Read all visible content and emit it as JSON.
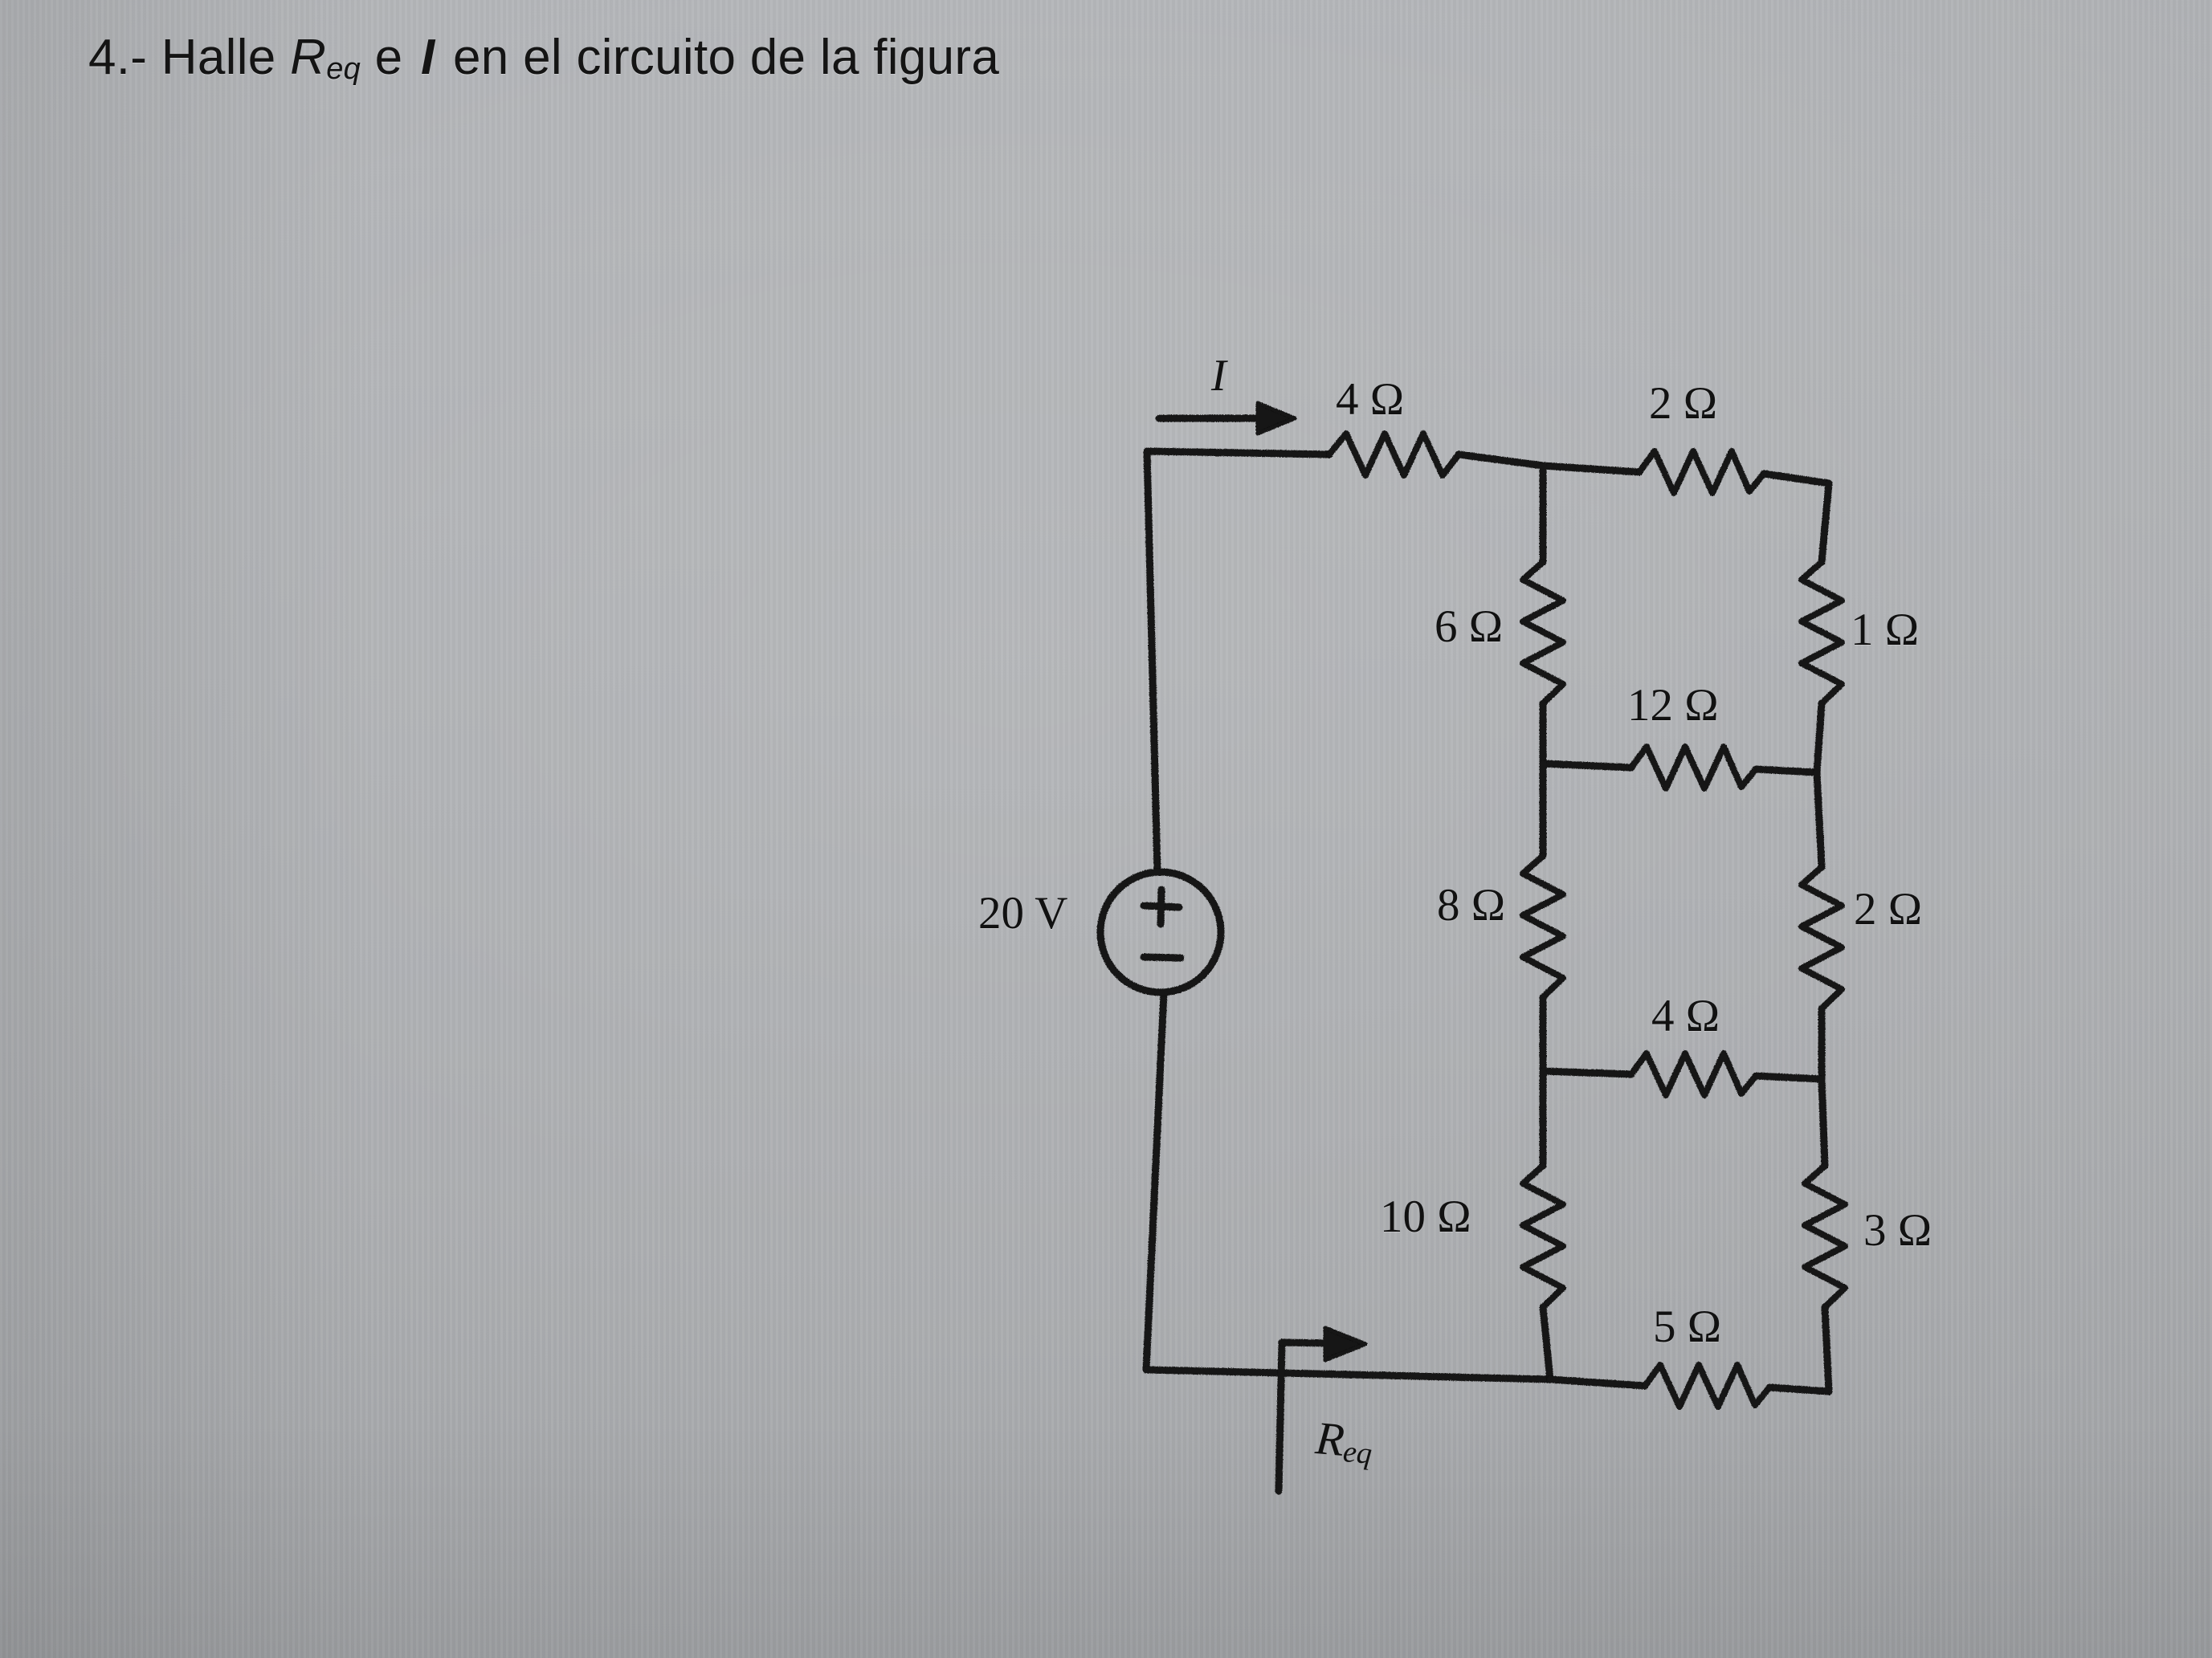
{
  "problem": {
    "number": "4.-",
    "verb": "Halle",
    "req_symbol": "R",
    "req_subscript": "eq",
    "conjunction": "e",
    "current_symbol": "I",
    "tail": "en el circuito de la figura"
  },
  "circuit": {
    "source": {
      "name": "voltage-source",
      "label": "20 V",
      "plus": "+",
      "minus": "–"
    },
    "current": {
      "label": "I"
    },
    "req_marker": {
      "symbol": "R",
      "subscript": "eq"
    },
    "resistors": [
      {
        "id": "r-top-4",
        "label": "4 Ω",
        "orientation": "horizontal",
        "position": "top-left-branch"
      },
      {
        "id": "r-top-2",
        "label": "2 Ω",
        "orientation": "horizontal",
        "position": "top-right-branch"
      },
      {
        "id": "r-mid-6",
        "label": "6 Ω",
        "orientation": "vertical",
        "position": "middle-column-upper"
      },
      {
        "id": "r-right-1",
        "label": "1 Ω",
        "orientation": "vertical",
        "position": "right-column-upper"
      },
      {
        "id": "r-rung-12",
        "label": "12 Ω",
        "orientation": "horizontal",
        "position": "rung-upper"
      },
      {
        "id": "r-mid-8",
        "label": "8 Ω",
        "orientation": "vertical",
        "position": "middle-column-middle"
      },
      {
        "id": "r-right-2",
        "label": "2 Ω",
        "orientation": "vertical",
        "position": "right-column-middle"
      },
      {
        "id": "r-rung-4",
        "label": "4 Ω",
        "orientation": "horizontal",
        "position": "rung-lower"
      },
      {
        "id": "r-mid-10",
        "label": "10 Ω",
        "orientation": "vertical",
        "position": "middle-column-lower"
      },
      {
        "id": "r-right-3",
        "label": "3 Ω",
        "orientation": "vertical",
        "position": "right-column-lower"
      },
      {
        "id": "r-bot-5",
        "label": "5 Ω",
        "orientation": "horizontal",
        "position": "bottom-rung"
      }
    ],
    "colors": {
      "ink": "#111111",
      "paper": "#aeb0b3"
    }
  }
}
